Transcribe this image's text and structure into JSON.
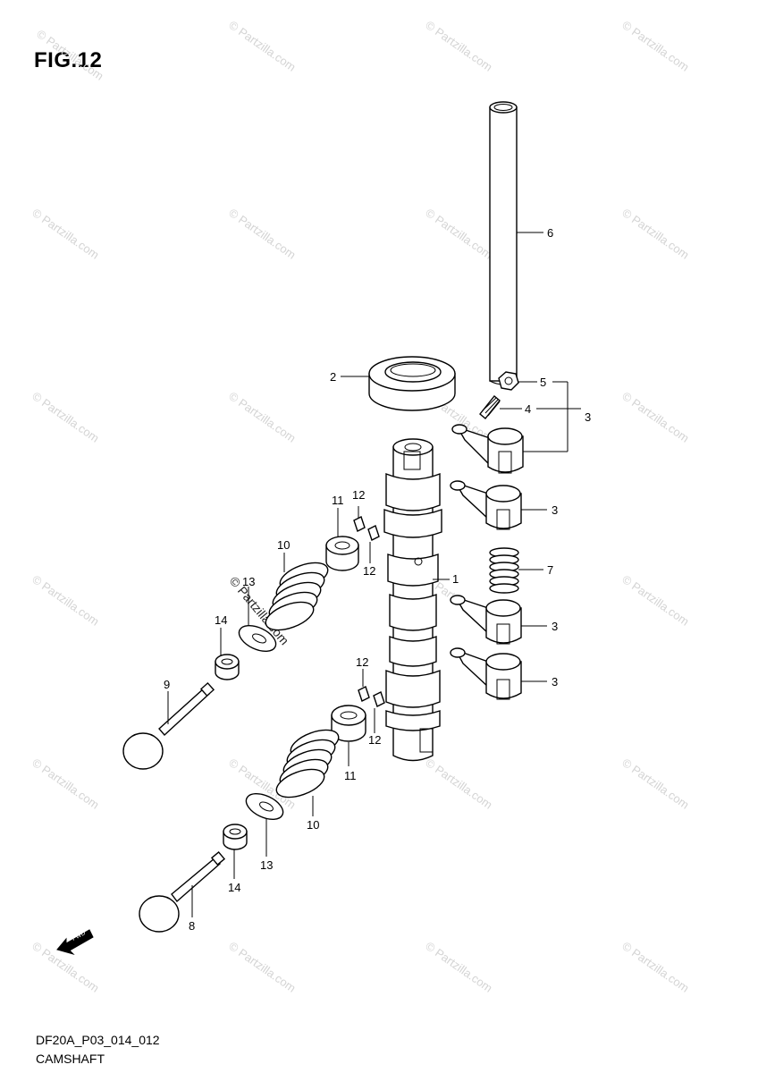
{
  "header": {
    "figure_title": "FIG.12"
  },
  "footer": {
    "diagram_code": "DF20A_P03_014_012",
    "assembly_name": "CAMSHAFT"
  },
  "watermark": {
    "text": "© Partzilla.com"
  },
  "fwd_arrow": {
    "label": "FWD"
  },
  "callouts": {
    "c1": "1",
    "c2": "2",
    "c3a": "3",
    "c3b": "3",
    "c3c": "3",
    "c3d": "3",
    "c4": "4",
    "c5": "5",
    "c6": "6",
    "c7": "7",
    "c8": "8",
    "c9": "9",
    "c10a": "10",
    "c10b": "10",
    "c11a": "11",
    "c11b": "11",
    "c12a": "12",
    "c12b": "12",
    "c12c": "12",
    "c12d": "12",
    "c13a": "13",
    "c13b": "13",
    "c14a": "14",
    "c14b": "14"
  }
}
